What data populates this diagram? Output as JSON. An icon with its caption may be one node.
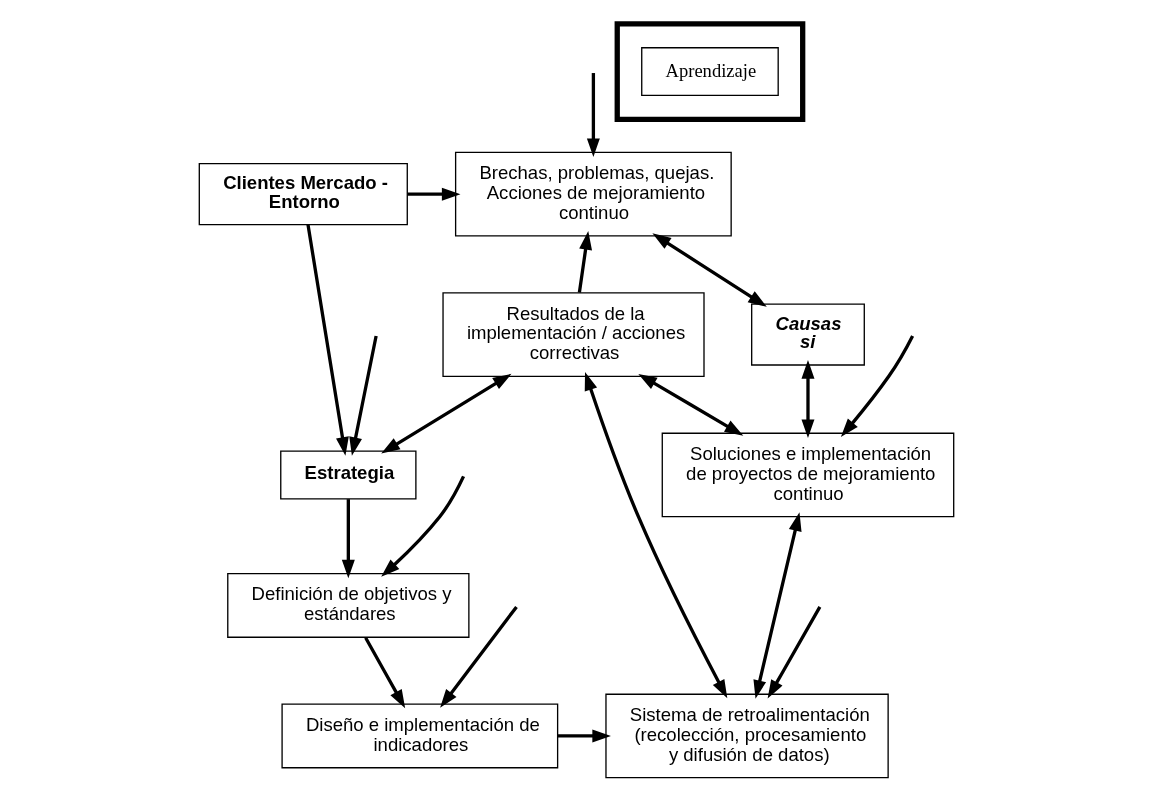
{
  "diagram": {
    "nodes": [
      {
        "text": [
          "Clientes Mercado - Entorno"
        ]
      },
      {
        "text": [
          "Brechas, problemas, quejas. Acciones de mejoramiento continuo"
        ]
      },
      {
        "text": [
          "Resultados de la implementación / acciones correctivas"
        ]
      },
      {
        "text": [],
        "shape": "arrow"
      },
      {
        "text": [
          "Aprendizaje"
        ],
        "in": 3
      },
      {
        "text": [
          "Causas si"
        ]
      },
      {
        "text": [
          "Estrategia"
        ]
      },
      {
        "text": [
          "Soluciones e implementación de proyectos de mejoramiento continuo"
        ]
      },
      {
        "text": [
          "Definición de objetivos y estándares"
        ]
      },
      {
        "text": [
          "Diseño e implementación de indicadores"
        ]
      },
      {
        "text": [
          "Sistema de retroalimentación (recolección, procesamiento y difusión de datos)"
        ]
      }
    ],
    "edges": [
      {
        "from": 0,
        "to": 1,
        "arrow": "to"
      },
      {
        "from": 0,
        "to": 6,
        "arrow": "to"
      },
      {
        "from": null,
        "to": 1,
        "arrow": "to"
      },
      {
        "from": 2,
        "to": 1,
        "arrow": "to"
      },
      {
        "from": 1,
        "to": 5,
        "arrow": "both"
      },
      {
        "from": 2,
        "to": 6,
        "arrow": "both"
      },
      {
        "from": 2,
        "to": 10,
        "arrow": "both"
      },
      {
        "from": 2,
        "to": 7,
        "arrow": "both"
      },
      {
        "from": 5,
        "to": 7,
        "arrow": "both"
      },
      {
        "from": 7,
        "to": 10,
        "arrow": "both"
      },
      {
        "from": 6,
        "to": 8,
        "arrow": "to"
      },
      {
        "from": 8,
        "to": 9,
        "arrow": "to"
      },
      {
        "from": 9,
        "to": 10,
        "arrow": "to"
      },
      {
        "from": null,
        "to": 10,
        "arrow": "to"
      },
      {
        "from": null,
        "to": 6,
        "arrow": "to"
      },
      {
        "from": null,
        "to": 7,
        "arrow": "to"
      },
      {
        "from": null,
        "to": 8,
        "arrow": "to"
      },
      {
        "from": null,
        "to": 9,
        "arrow": "to"
      }
    ]
  }
}
